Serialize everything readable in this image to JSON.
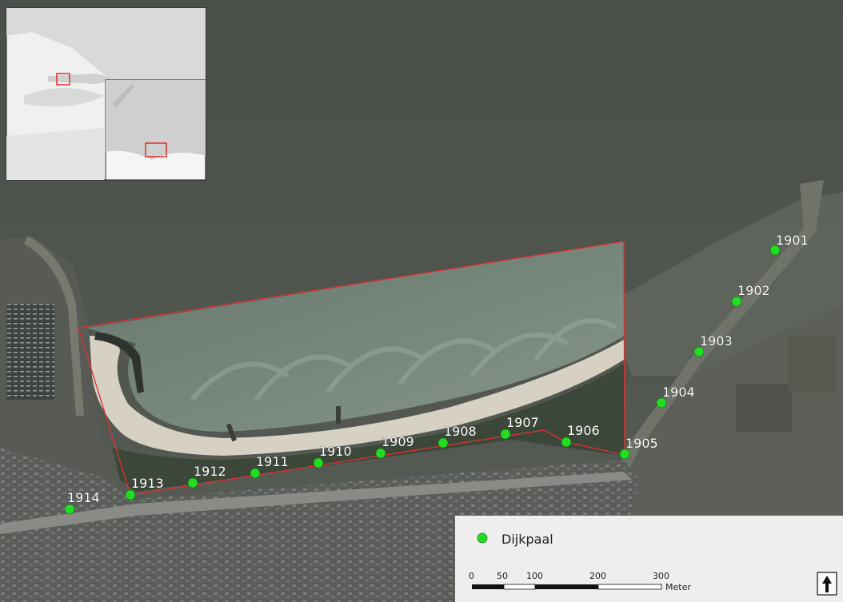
{
  "colors": {
    "water": "#4e524b",
    "land": "#5a5c58",
    "beach": "#d8d3c4",
    "shallow": "#6f7f73",
    "outline": "#e03030",
    "marker": "#22dd22",
    "legend_bg": "#eeeeee"
  },
  "markers": [
    {
      "id": "1901",
      "label": "1901"
    },
    {
      "id": "1902",
      "label": "1902"
    },
    {
      "id": "1903",
      "label": "1903"
    },
    {
      "id": "1904",
      "label": "1904"
    },
    {
      "id": "1905",
      "label": "1905"
    },
    {
      "id": "1906",
      "label": "1906"
    },
    {
      "id": "1907",
      "label": "1907"
    },
    {
      "id": "1908",
      "label": "1908"
    },
    {
      "id": "1909",
      "label": "1909"
    },
    {
      "id": "1910",
      "label": "1910"
    },
    {
      "id": "1911",
      "label": "1911"
    },
    {
      "id": "1912",
      "label": "1912"
    },
    {
      "id": "1913",
      "label": "1913"
    },
    {
      "id": "1914",
      "label": "1914"
    }
  ],
  "legend": {
    "item_label": "Dijkpaal"
  },
  "scale_bar": {
    "ticks": [
      "0",
      "50",
      "100",
      "200",
      "300"
    ],
    "unit": "Meter"
  },
  "north_arrow": {
    "icon": "north-arrow-icon"
  }
}
